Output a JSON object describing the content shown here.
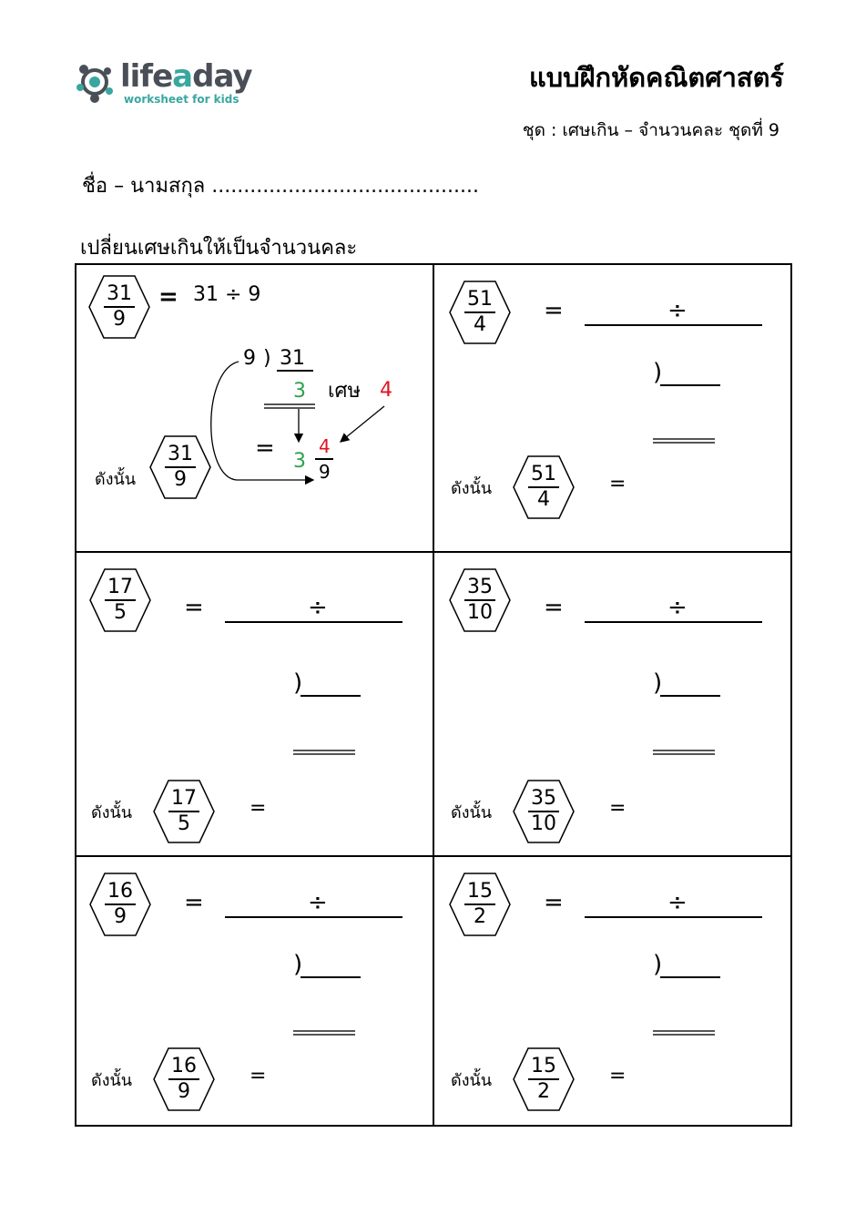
{
  "logo": {
    "word_main": "lifeaday",
    "word_a": "life",
    "word_b": "a",
    "word_c": "day",
    "subtitle": "worksheet for kids",
    "colors": {
      "text": "#4a4f57",
      "accent": "#3aa6a0"
    }
  },
  "header": {
    "title": "แบบฝึกหัดคณิตศาสตร์",
    "subtitle": "ชุด : เศษเกิน – จำนวนคละ  ชุดที่ 9"
  },
  "name_line": "ชื่อ – นามสกุล ..........................................",
  "instruction": "เปลี่ยนเศษเกินให้เป็นจำนวนคละ",
  "labels": {
    "therefore": "ดังนั้น",
    "equals": "=",
    "divide": "÷",
    "remainder_word": "เศษ",
    "paren": ")"
  },
  "example": {
    "numerator": "31",
    "denominator": "9",
    "division_text": "31 ÷  9",
    "divisor": "9",
    "dividend": "31",
    "quotient": "3",
    "remainder": "4",
    "mixed_whole": "3",
    "mixed_num": "4",
    "mixed_den": "9",
    "colors": {
      "quotient": "#2ea24a",
      "remainder": "#e0141e"
    }
  },
  "problems": [
    {
      "numerator": "51",
      "denominator": "4"
    },
    {
      "numerator": "17",
      "denominator": "5"
    },
    {
      "numerator": "35",
      "denominator": "10"
    },
    {
      "numerator": "16",
      "denominator": "9"
    },
    {
      "numerator": "15",
      "denominator": "2"
    }
  ]
}
